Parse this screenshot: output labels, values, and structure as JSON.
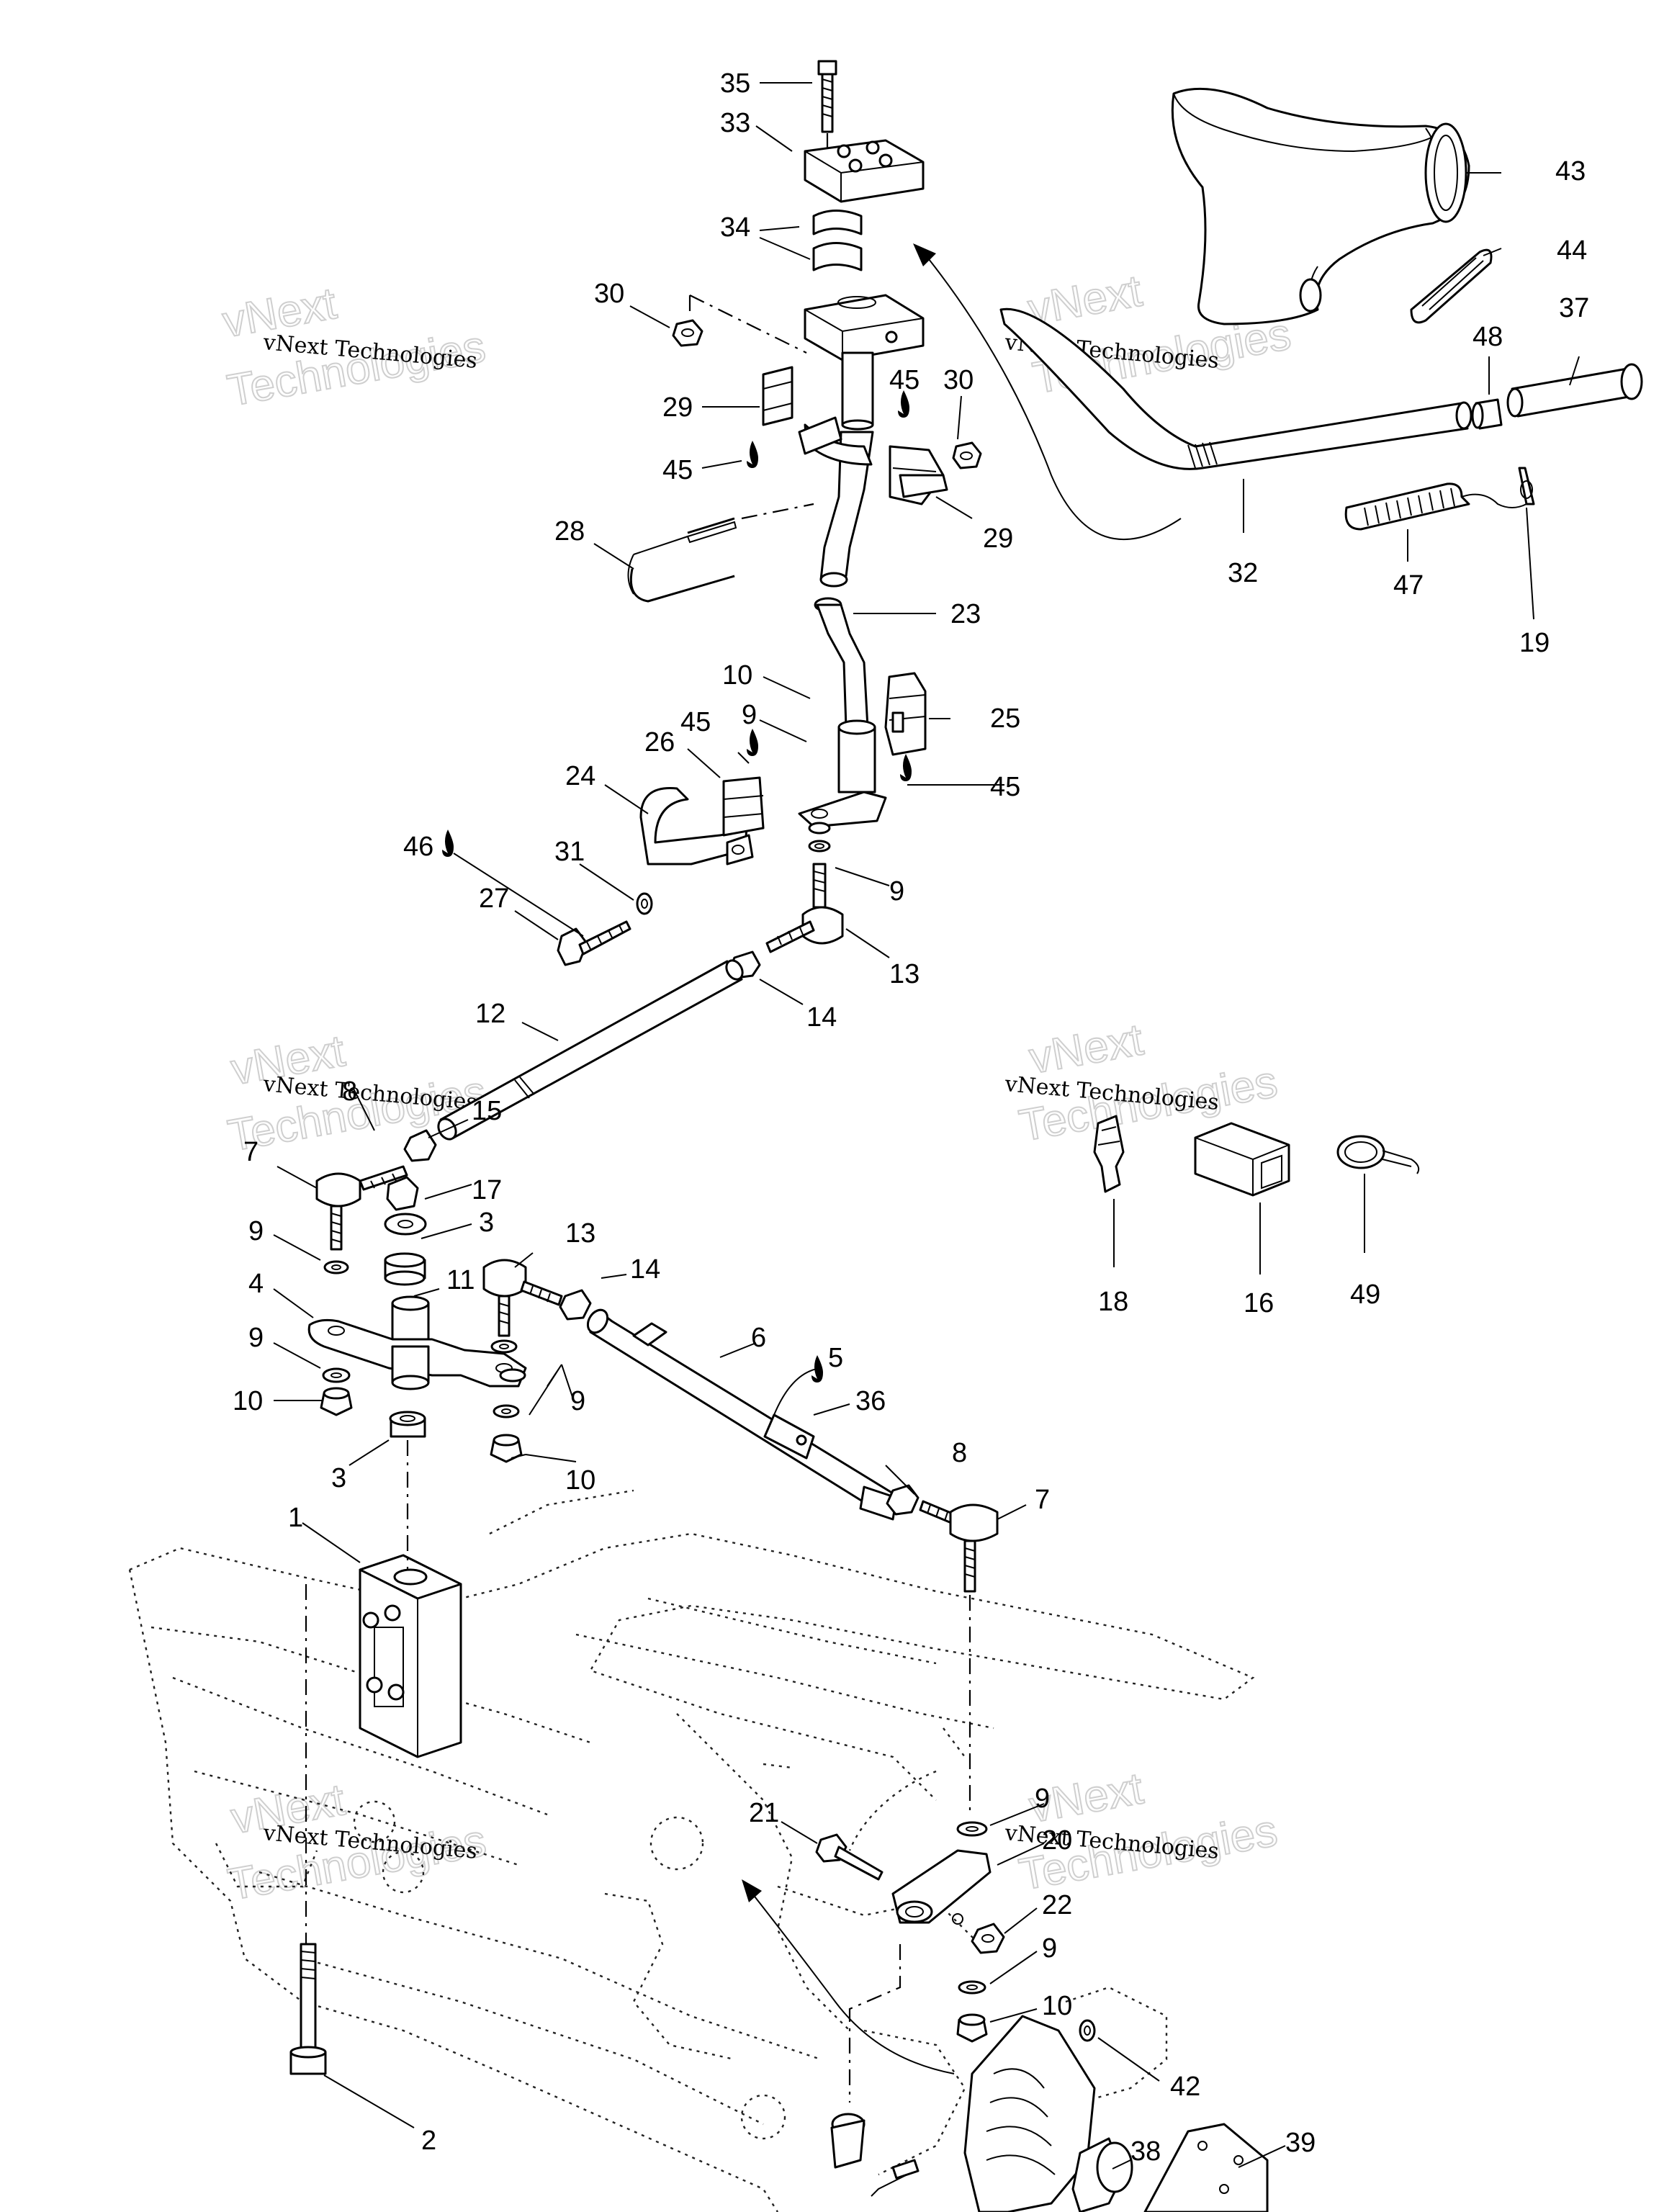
{
  "watermark": {
    "line1": "vNext Technologies",
    "line2": "vNext",
    "line3": "Technologies"
  },
  "callouts": [
    "35",
    "33",
    "34",
    "30",
    "29",
    "45",
    "45",
    "30",
    "29",
    "28",
    "23",
    "10",
    "9",
    "45",
    "26",
    "24",
    "25",
    "45",
    "46",
    "31",
    "27",
    "9",
    "13",
    "12",
    "14",
    "8",
    "15",
    "7",
    "17",
    "3",
    "9",
    "13",
    "14",
    "11",
    "4",
    "9",
    "6",
    "5",
    "10",
    "36",
    "3",
    "10",
    "8",
    "7",
    "1",
    "9",
    "20",
    "21",
    "22",
    "9",
    "10",
    "42",
    "38",
    "39",
    "2",
    "43",
    "44",
    "37",
    "48",
    "32",
    "47",
    "19",
    "18",
    "16",
    "49",
    "9"
  ],
  "icons": {
    "lubricant": "oil-drop-icon",
    "arrow": "pointer-arrow"
  },
  "colors": {
    "line": "#000000",
    "background": "#ffffff",
    "watermark": "#cfcfcf"
  }
}
